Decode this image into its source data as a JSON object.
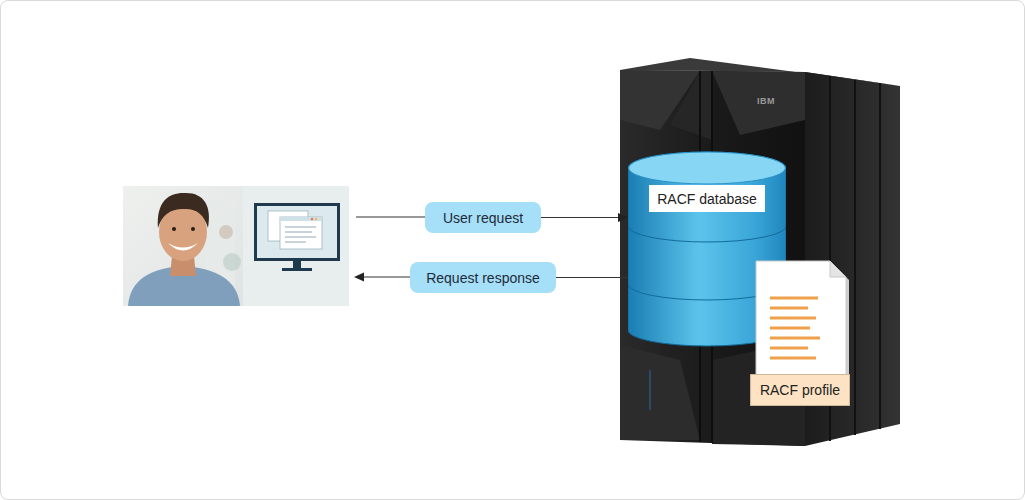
{
  "diagram": {
    "nodes": [
      {
        "text": [
          "User request"
        ]
      },
      {
        "text": [
          "Request response"
        ]
      },
      {
        "text": [
          "RACF database"
        ]
      },
      {
        "text": [
          "RACF profile"
        ]
      }
    ],
    "edges": [
      {
        "from": 0,
        "to": 2,
        "arrow": "to"
      },
      {
        "from": 2,
        "to": 1,
        "arrow": "none"
      }
    ],
    "labels": [
      "IBM"
    ]
  }
}
